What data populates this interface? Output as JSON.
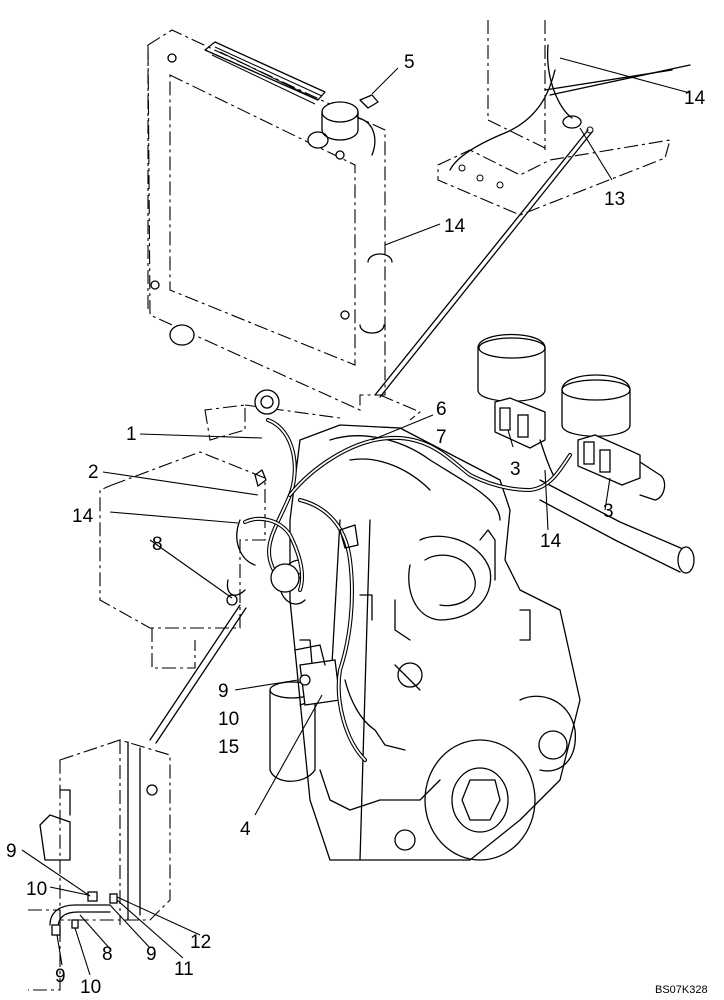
{
  "drawing_code": "BS07K328",
  "callouts": [
    {
      "id": "c1",
      "text": "1"
    },
    {
      "id": "c2",
      "text": "2"
    },
    {
      "id": "c3a",
      "text": "3"
    },
    {
      "id": "c3b",
      "text": "3"
    },
    {
      "id": "c4",
      "text": "4"
    },
    {
      "id": "c5",
      "text": "5"
    },
    {
      "id": "c6",
      "text": "6"
    },
    {
      "id": "c7",
      "text": "7"
    },
    {
      "id": "c8a",
      "text": "8"
    },
    {
      "id": "c8b",
      "text": "8"
    },
    {
      "id": "c9a",
      "text": "9"
    },
    {
      "id": "c9b",
      "text": "9"
    },
    {
      "id": "c9c",
      "text": "9"
    },
    {
      "id": "c9d",
      "text": "9"
    },
    {
      "id": "c10a",
      "text": "10"
    },
    {
      "id": "c10b",
      "text": "10"
    },
    {
      "id": "c10c",
      "text": "10"
    },
    {
      "id": "c11",
      "text": "11"
    },
    {
      "id": "c12",
      "text": "12"
    },
    {
      "id": "c13",
      "text": "13"
    },
    {
      "id": "c14a",
      "text": "14"
    },
    {
      "id": "c14b",
      "text": "14"
    },
    {
      "id": "c14c",
      "text": "14"
    },
    {
      "id": "c14d",
      "text": "14"
    },
    {
      "id": "c15",
      "text": "15"
    }
  ]
}
